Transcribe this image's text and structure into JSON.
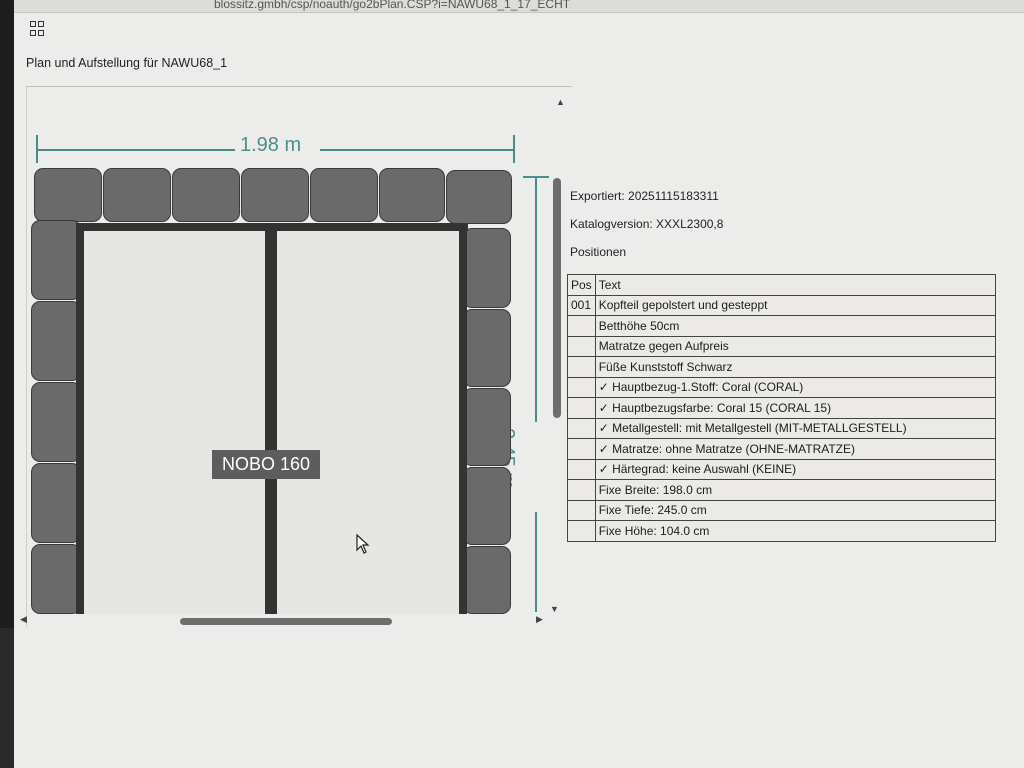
{
  "browser": {
    "url": "blossitz.gmbh/csp/noauth/go2bPlan.CSP?i=NAWU68_1_17_ECHT"
  },
  "page": {
    "title": "Plan und Aufstellung für NAWU68_1"
  },
  "plan": {
    "width_label": "1.98 m",
    "depth_label": "2.45 m",
    "model_label": "NOBO 160",
    "dimension_color": "#4a8e8c",
    "cushion_color": "#6a6a6a"
  },
  "info": {
    "exported": "Exportiert: 20251115183311",
    "catalog_version": "Katalogversion: XXXL2300,8",
    "positions_heading": "Positionen"
  },
  "table": {
    "headers": [
      "Pos",
      "Text"
    ],
    "rows": [
      {
        "pos": "001",
        "text": "Kopfteil gepolstert und gesteppt"
      },
      {
        "pos": "",
        "text": "Betthöhe 50cm"
      },
      {
        "pos": "",
        "text": "Matratze gegen Aufpreis"
      },
      {
        "pos": "",
        "text": "Füße Kunststoff Schwarz"
      },
      {
        "pos": "",
        "text": "✓ Hauptbezug-1.Stoff: Coral (CORAL)"
      },
      {
        "pos": "",
        "text": "✓ Hauptbezugsfarbe: Coral 15 (CORAL 15)"
      },
      {
        "pos": "",
        "text": "✓ Metallgestell: mit Metallgestell (MIT-METALLGESTELL)"
      },
      {
        "pos": "",
        "text": "✓ Matratze: ohne Matratze (OHNE-MATRATZE)"
      },
      {
        "pos": "",
        "text": "✓ Härtegrad: keine Auswahl (KEINE)"
      },
      {
        "pos": "",
        "text": "Fixe Breite: 198.0 cm"
      },
      {
        "pos": "",
        "text": "Fixe Tiefe: 245.0 cm"
      },
      {
        "pos": "",
        "text": "Fixe Höhe: 104.0 cm"
      }
    ]
  }
}
